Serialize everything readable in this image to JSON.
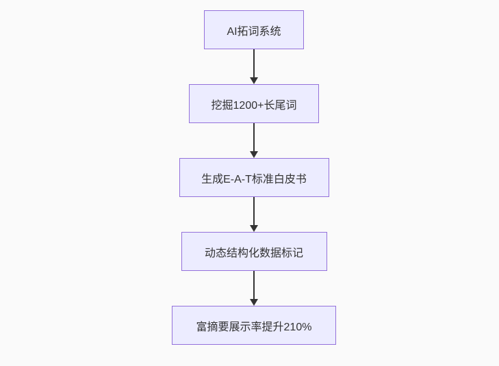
{
  "diagram": {
    "type": "flowchart",
    "direction": "top-down",
    "steps": [
      {
        "label": "AI拓词系统"
      },
      {
        "label": "挖掘1200+长尾词"
      },
      {
        "label": "生成E-A-T标准白皮书"
      },
      {
        "label": "动态结构化数据标记"
      },
      {
        "label": "富摘要展示率提升210%"
      }
    ],
    "colors": {
      "node_fill": "#ECECFF",
      "node_border": "#9370DB",
      "arrow": "#333333",
      "text": "#333333",
      "background": "#FAFAFA"
    }
  }
}
